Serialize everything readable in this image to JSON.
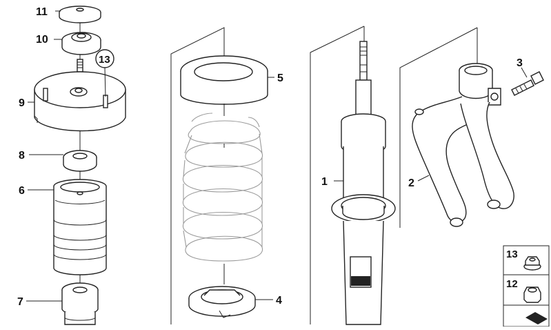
{
  "diagram": {
    "callouts": {
      "c1": "1",
      "c2": "2",
      "c3": "3",
      "c4": "4",
      "c5": "5",
      "c6": "6",
      "c7": "7",
      "c8": "8",
      "c9": "9",
      "c10": "10",
      "c11": "11",
      "c13": "13"
    },
    "legend": {
      "item_13": "13",
      "item_12": "12"
    }
  }
}
